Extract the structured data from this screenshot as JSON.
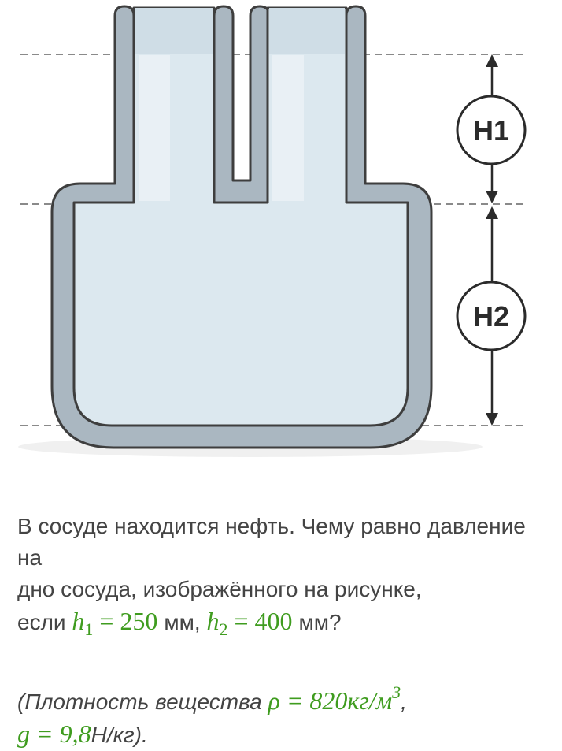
{
  "diagram": {
    "label_h1": "H1",
    "label_h2": "H2",
    "colors": {
      "wall": "#aab7c1",
      "wall_stroke": "#3e3e3e",
      "liquid": "#dce8ef",
      "liquid_light": "#eef4f8",
      "dash": "#8a8a8a",
      "arrow": "#2b2b2b"
    }
  },
  "problem": {
    "line1": "В сосуде находится нефть. Чему равно давление на",
    "line2": "дно сосуда, изображённого на рисунке,",
    "line3_prefix": "если ",
    "h1_var": "h",
    "h1_sub": "1",
    "h1_eq": " = 250 ",
    "h1_unit": "мм, ",
    "h2_var": "h",
    "h2_sub": "2",
    "h2_eq": " = 400 ",
    "h2_unit": "мм?",
    "density_prefix": "(Плотность вещества ",
    "rho_var": "ρ",
    "rho_eq": " = 820кг/м",
    "rho_exp": "3",
    "rho_suffix": ",",
    "g_var": "g",
    "g_eq": " = 9,8",
    "g_unit": "Н/кг",
    "g_suffix": ")."
  }
}
